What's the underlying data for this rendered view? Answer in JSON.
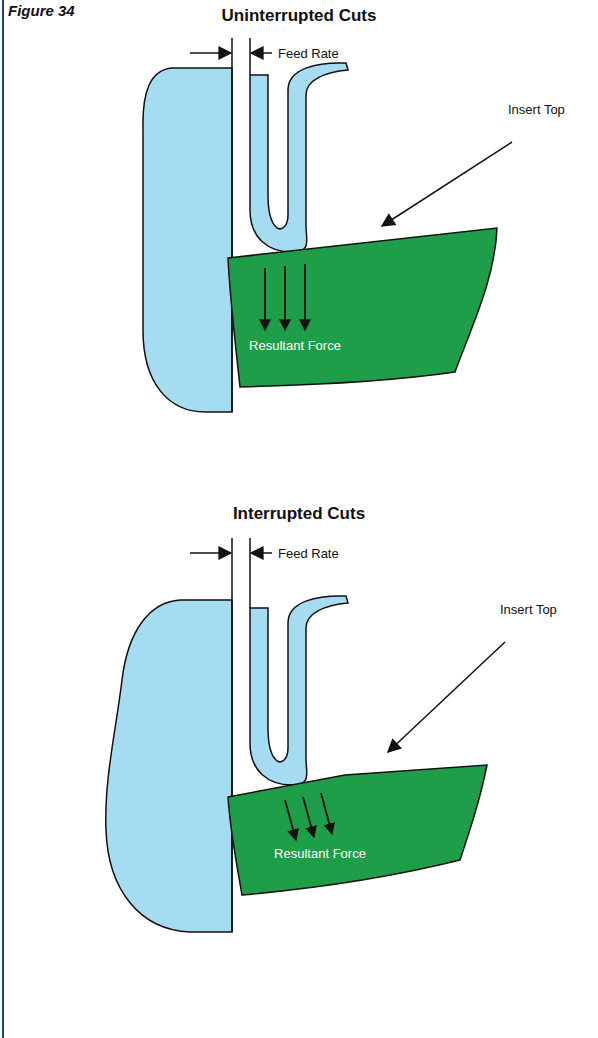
{
  "diagram": {
    "nodes": [
      {
        "text": [
          "Resultant Force"
        ]
      },
      {
        "text": [
          "Resultant Force"
        ]
      }
    ],
    "labels": [
      "Figure 34",
      "Uninterrupted Cuts",
      "Feed Rate",
      "Insert Top",
      "Interrupted Cuts",
      "Feed Rate",
      "Insert Top"
    ]
  }
}
